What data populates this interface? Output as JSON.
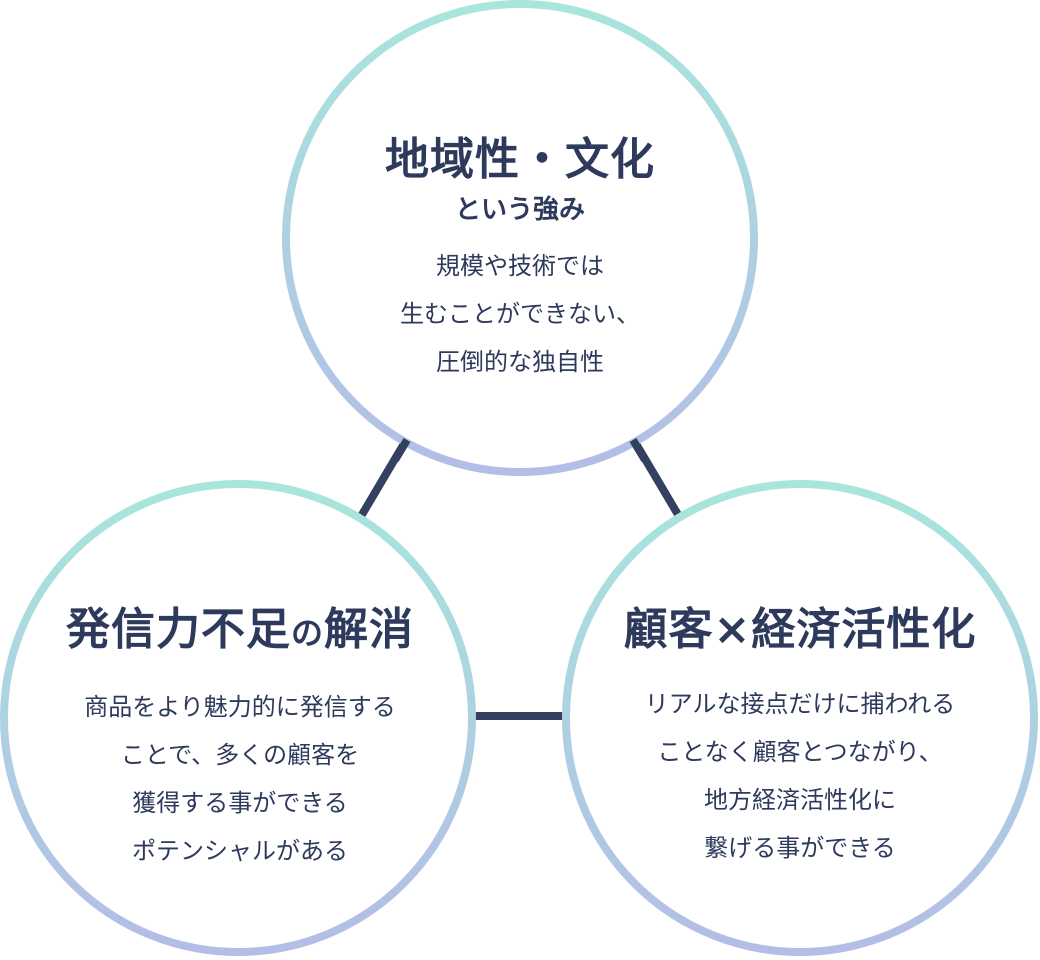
{
  "colors": {
    "ring_gradient_top": "#a8e6dc",
    "ring_gradient_bottom": "#b3bde6",
    "connector": "#33405f",
    "text": "#2e3a5c"
  },
  "top_circle": {
    "title": "地域性・文化",
    "subtitle": "という強み",
    "body_lines": [
      "規模や技術では",
      "生むことができない、",
      "圧倒的な独自性"
    ]
  },
  "left_circle": {
    "title_main": "発信力不足",
    "title_particle": "の",
    "title_end": "解消",
    "body_lines": [
      "商品をより魅力的に発信する",
      "ことで、多くの顧客を",
      "獲得する事ができる",
      "ポテンシャルがある"
    ]
  },
  "right_circle": {
    "title": "顧客×経済活性化",
    "body_lines": [
      "リアルな接点だけに捕われる",
      "ことなく顧客とつながり、",
      "地方経済活性化に",
      "繋げる事ができる"
    ]
  }
}
